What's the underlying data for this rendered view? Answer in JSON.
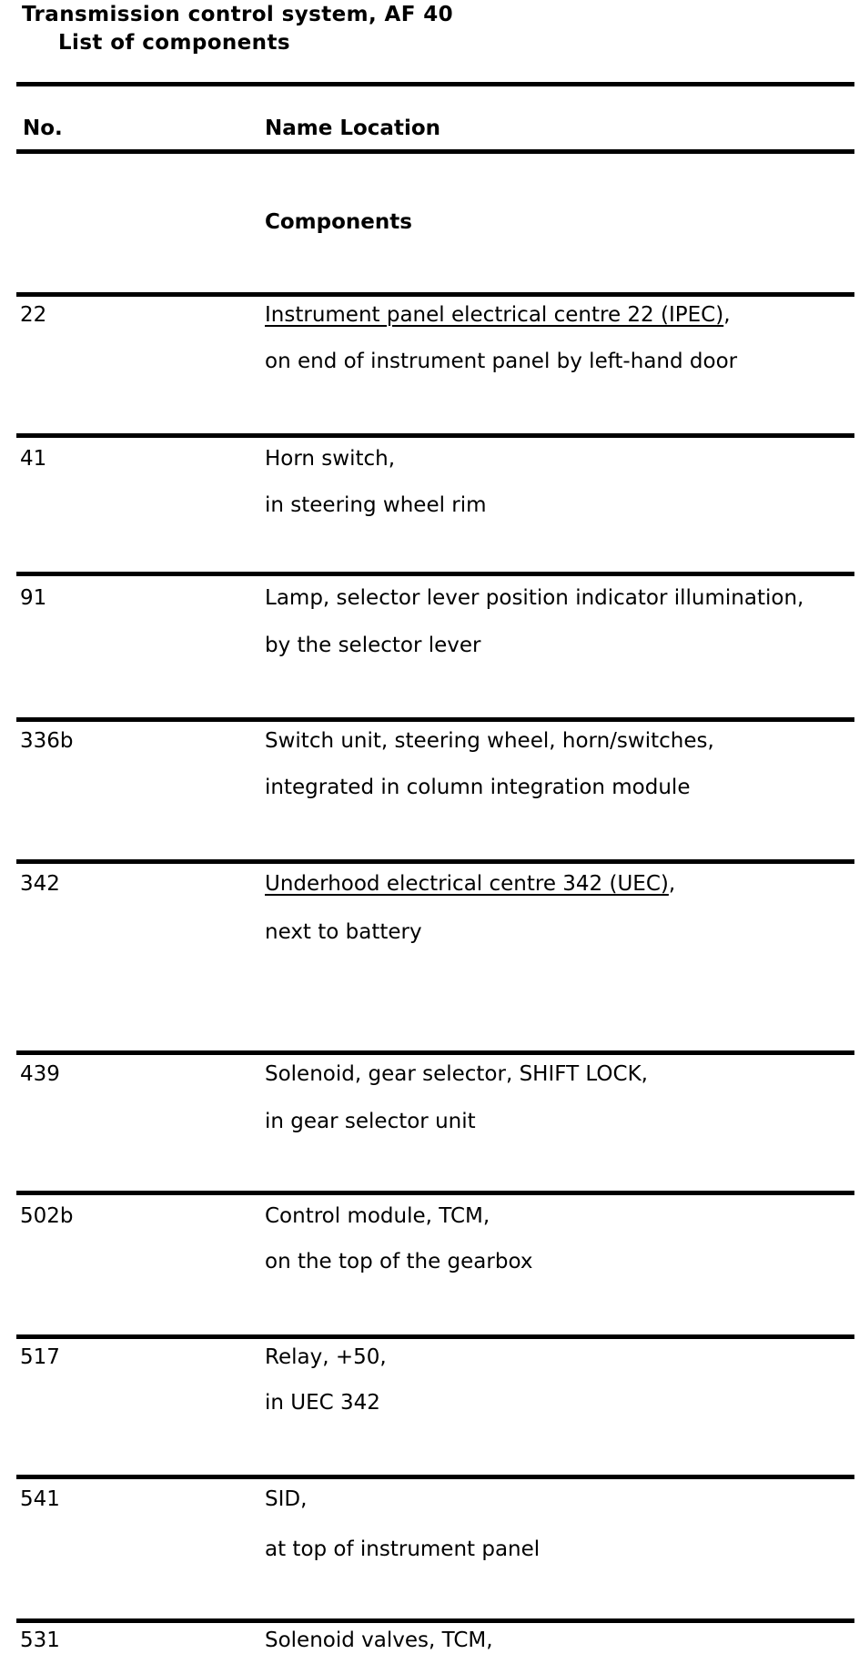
{
  "document": {
    "title": "Transmission control system, AF 40",
    "subtitle": "List of components"
  },
  "table": {
    "headers": {
      "no": "No.",
      "name_location": "Name Location"
    },
    "section_label": "Components",
    "rows": [
      {
        "no": "22",
        "name": "Instrument panel electrical centre 22 (IPEC)",
        "name_suffix": ",",
        "underlined": "true",
        "location": "on end of instrument panel by left-hand door"
      },
      {
        "no": "41",
        "name": "Horn switch,",
        "name_suffix": "",
        "underlined": "false",
        "location": "in steering wheel rim"
      },
      {
        "no": "91",
        "name": "Lamp, selector lever position indicator illumination,",
        "name_suffix": "",
        "underlined": "false",
        "location": "by the selector lever"
      },
      {
        "no": "336b",
        "name": "Switch unit, steering wheel, horn/switches,",
        "name_suffix": "",
        "underlined": "false",
        "location": "integrated in column integration module"
      },
      {
        "no": "342",
        "name": "Underhood electrical centre 342 (UEC)",
        "name_suffix": ",",
        "underlined": "true",
        "location": "next to battery"
      },
      {
        "no": "439",
        "name": "Solenoid, gear selector, SHIFT LOCK,",
        "name_suffix": "",
        "underlined": "false",
        "location": "in gear selector unit"
      },
      {
        "no": "502b",
        "name": "Control module, TCM,",
        "name_suffix": "",
        "underlined": "false",
        "location": "on the top of the gearbox"
      },
      {
        "no": "517",
        "name": "Relay, +50,",
        "name_suffix": "",
        "underlined": "false",
        "location": "in UEC 342"
      },
      {
        "no": "541",
        "name": "SID,",
        "name_suffix": "",
        "underlined": "false",
        "location": "at top of instrument panel"
      },
      {
        "no": "531",
        "name": "Solenoid valves, TCM,",
        "name_suffix": "",
        "underlined": "false",
        "location": ""
      }
    ]
  }
}
